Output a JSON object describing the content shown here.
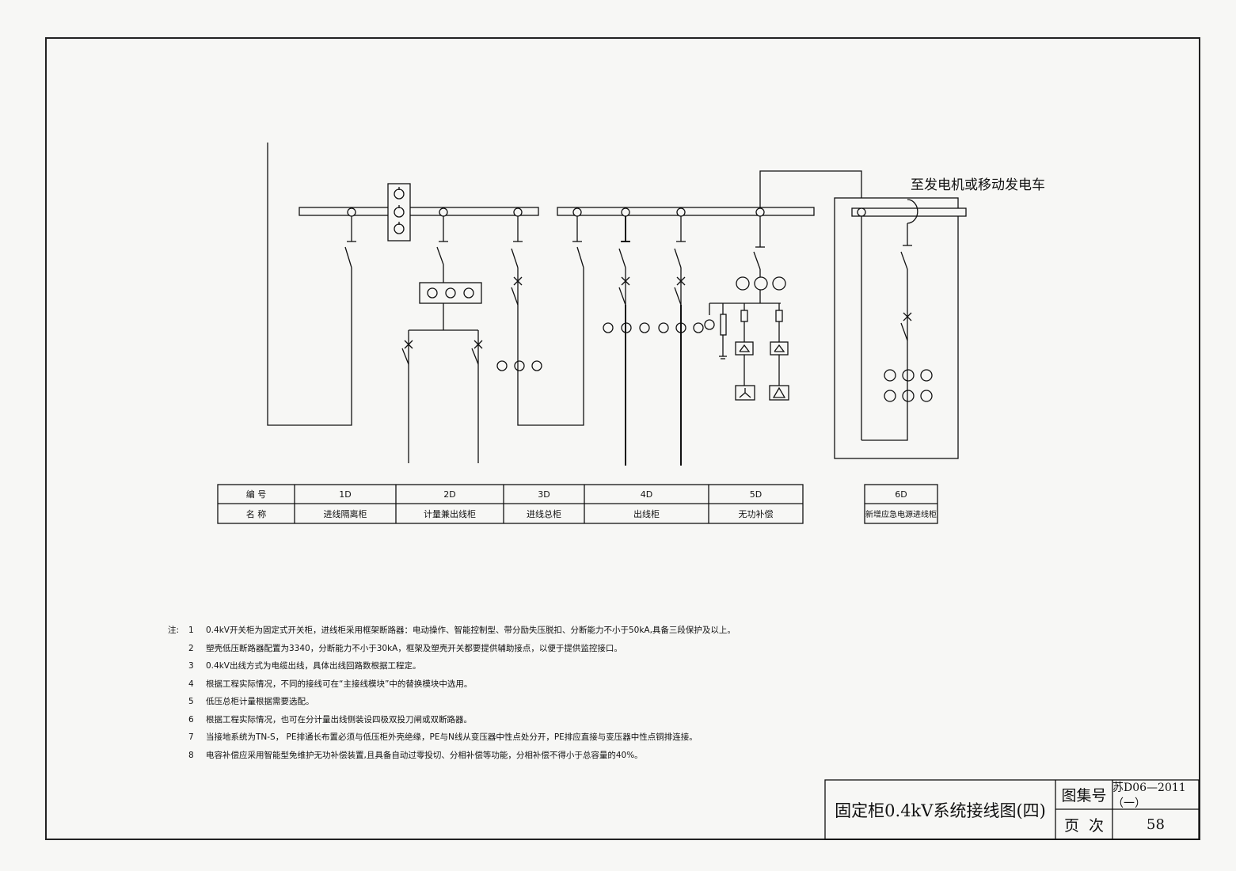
{
  "generator_label": "至发电机或移动发电车",
  "panel_table": {
    "header_code": "编 号",
    "header_name": "名 称",
    "panels": [
      {
        "code": "1D",
        "name": "进线隔离柜"
      },
      {
        "code": "2D",
        "name": "计量兼出线柜"
      },
      {
        "code": "3D",
        "name": "进线总柜"
      },
      {
        "code": "4D",
        "name": "出线柜"
      },
      {
        "code": "5D",
        "name": "无功补偿"
      }
    ],
    "emergency_panel": {
      "code": "6D",
      "name": "新增应急电源进线柜"
    }
  },
  "notes": {
    "prefix": "注:",
    "items": [
      {
        "num": "1",
        "text": "0.4kV开关柜为固定式开关柜，进线柜采用框架断路器：电动操作、智能控制型、带分励失压脱扣、分断能力不小于50kA,具备三段保护及以上。"
      },
      {
        "num": "2",
        "text": "塑壳低压断路器配置为3340，分断能力不小于30kA，框架及塑壳开关都要提供辅助接点，以便于提供监控接口。"
      },
      {
        "num": "3",
        "text": "0.4kV出线方式为电缆出线，具体出线回路数根据工程定。"
      },
      {
        "num": "4",
        "text": "根据工程实际情况，不同的接线可在“主接线模块”中的替换模块中选用。"
      },
      {
        "num": "5",
        "text": "低压总柜计量根据需要选配。"
      },
      {
        "num": "6",
        "text": "根据工程实际情况，也可在分计量出线侧装设四极双投刀闸或双断路器。"
      },
      {
        "num": "7",
        "text": "当接地系统为TN-S， PE排通长布置必须与低压柜外壳绝缘，PE与N线从变压器中性点处分开，PE排应直接与变压器中性点铜排连接。"
      },
      {
        "num": "8",
        "text": "电容补偿应采用智能型免维护无功补偿装置,且具备自动过零投切、分相补偿等功能，分相补偿不得小于总容量的40%。"
      }
    ]
  },
  "title_block": {
    "title": "固定柜0.4kV系统接线图(四)",
    "atlas_label": "图集号",
    "atlas_value": "苏D06—2011（一）",
    "page_label": "页  次",
    "page_value": "58"
  }
}
